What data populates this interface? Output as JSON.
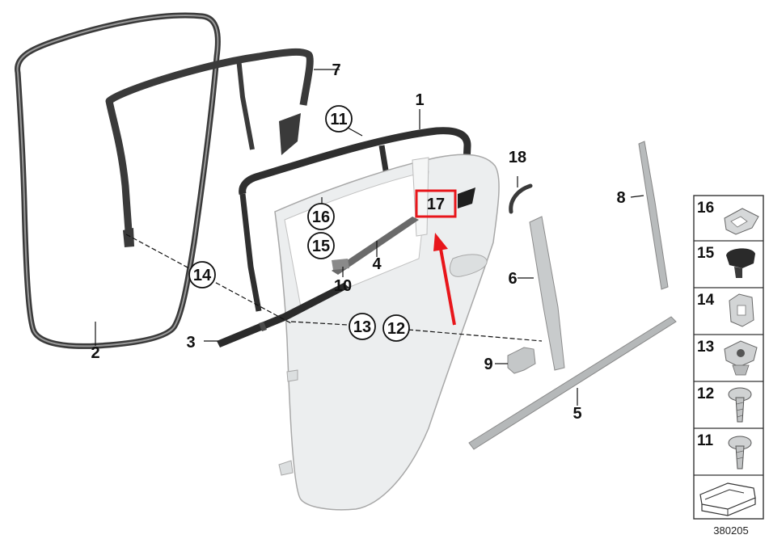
{
  "callouts": [
    {
      "id": "p1",
      "label": "1",
      "circled": false
    },
    {
      "id": "p2",
      "label": "2",
      "circled": false
    },
    {
      "id": "p3",
      "label": "3",
      "circled": false
    },
    {
      "id": "p4",
      "label": "4",
      "circled": false
    },
    {
      "id": "p5",
      "label": "5",
      "circled": false
    },
    {
      "id": "p6",
      "label": "6",
      "circled": false
    },
    {
      "id": "p7",
      "label": "7",
      "circled": false
    },
    {
      "id": "p8",
      "label": "8",
      "circled": false
    },
    {
      "id": "p9",
      "label": "9",
      "circled": false
    },
    {
      "id": "p10",
      "label": "10",
      "circled": false
    },
    {
      "id": "p11",
      "label": "11",
      "circled": true
    },
    {
      "id": "p12",
      "label": "12",
      "circled": true
    },
    {
      "id": "p13",
      "label": "13",
      "circled": true
    },
    {
      "id": "p14",
      "label": "14",
      "circled": true
    },
    {
      "id": "p15",
      "label": "15",
      "circled": true
    },
    {
      "id": "p16",
      "label": "16",
      "circled": true
    },
    {
      "id": "p17",
      "label": "17",
      "circled": false,
      "highlighted": true
    },
    {
      "id": "p18",
      "label": "18",
      "circled": false
    }
  ],
  "side_panel": [
    "16",
    "15",
    "14",
    "13",
    "12",
    "11"
  ],
  "document_id": "380205",
  "colors": {
    "highlight_box": "#e8161b",
    "arrow": "#e8161b",
    "seal": "#3a3a3a",
    "door_panel": "#eceeef",
    "outline": "#9a9a9a"
  },
  "icons": [
    "seal-loop-icon",
    "door-panel-icon",
    "red-arrow-icon",
    "clip-icons",
    "screw-icons",
    "small-parts-icon"
  ]
}
